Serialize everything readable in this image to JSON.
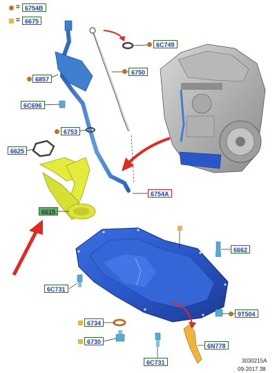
{
  "legend": {
    "circle_part": "6754B",
    "square_part": "6675",
    "equals": "="
  },
  "callouts": [
    {
      "id": "c6C749",
      "part": "6C749",
      "style": "blue",
      "marker": "circle"
    },
    {
      "id": "c6750",
      "part": "6750",
      "style": "blue",
      "marker": "circle"
    },
    {
      "id": "c6857",
      "part": "6857",
      "style": "blue",
      "marker": "circle"
    },
    {
      "id": "c6C696",
      "part": "6C696",
      "style": "blue",
      "marker": "none"
    },
    {
      "id": "c6753",
      "part": "6753",
      "style": "blue",
      "marker": "circle"
    },
    {
      "id": "c6625",
      "part": "6625",
      "style": "blue",
      "marker": "none"
    },
    {
      "id": "c6754A",
      "part": "6754A",
      "style": "red",
      "marker": "none"
    },
    {
      "id": "c6615",
      "part": "6615",
      "style": "green",
      "marker": "none"
    },
    {
      "id": "c6662",
      "part": "6662",
      "style": "blue",
      "marker": "none"
    },
    {
      "id": "c6C731a",
      "part": "6C731",
      "style": "blue",
      "marker": "none"
    },
    {
      "id": "c9T504",
      "part": "9T504",
      "style": "blue",
      "marker": "circle"
    },
    {
      "id": "c6734",
      "part": "6734",
      "style": "blue",
      "marker": "square"
    },
    {
      "id": "c6730",
      "part": "6730",
      "style": "blue",
      "marker": "square"
    },
    {
      "id": "c6N778",
      "part": "6N778",
      "style": "blue",
      "marker": "none"
    },
    {
      "id": "c6C731b",
      "part": "6C731",
      "style": "blue",
      "marker": "none"
    }
  ],
  "reference": {
    "code": "3030215A",
    "date": "09-2017 38"
  },
  "colors": {
    "pan_blue": "#2a57c8",
    "highlight_yellow": "#e3ec3a",
    "arrow_red": "#e02a20",
    "label_green": "#63b04e",
    "tube_blue": "#3f7fd0"
  }
}
